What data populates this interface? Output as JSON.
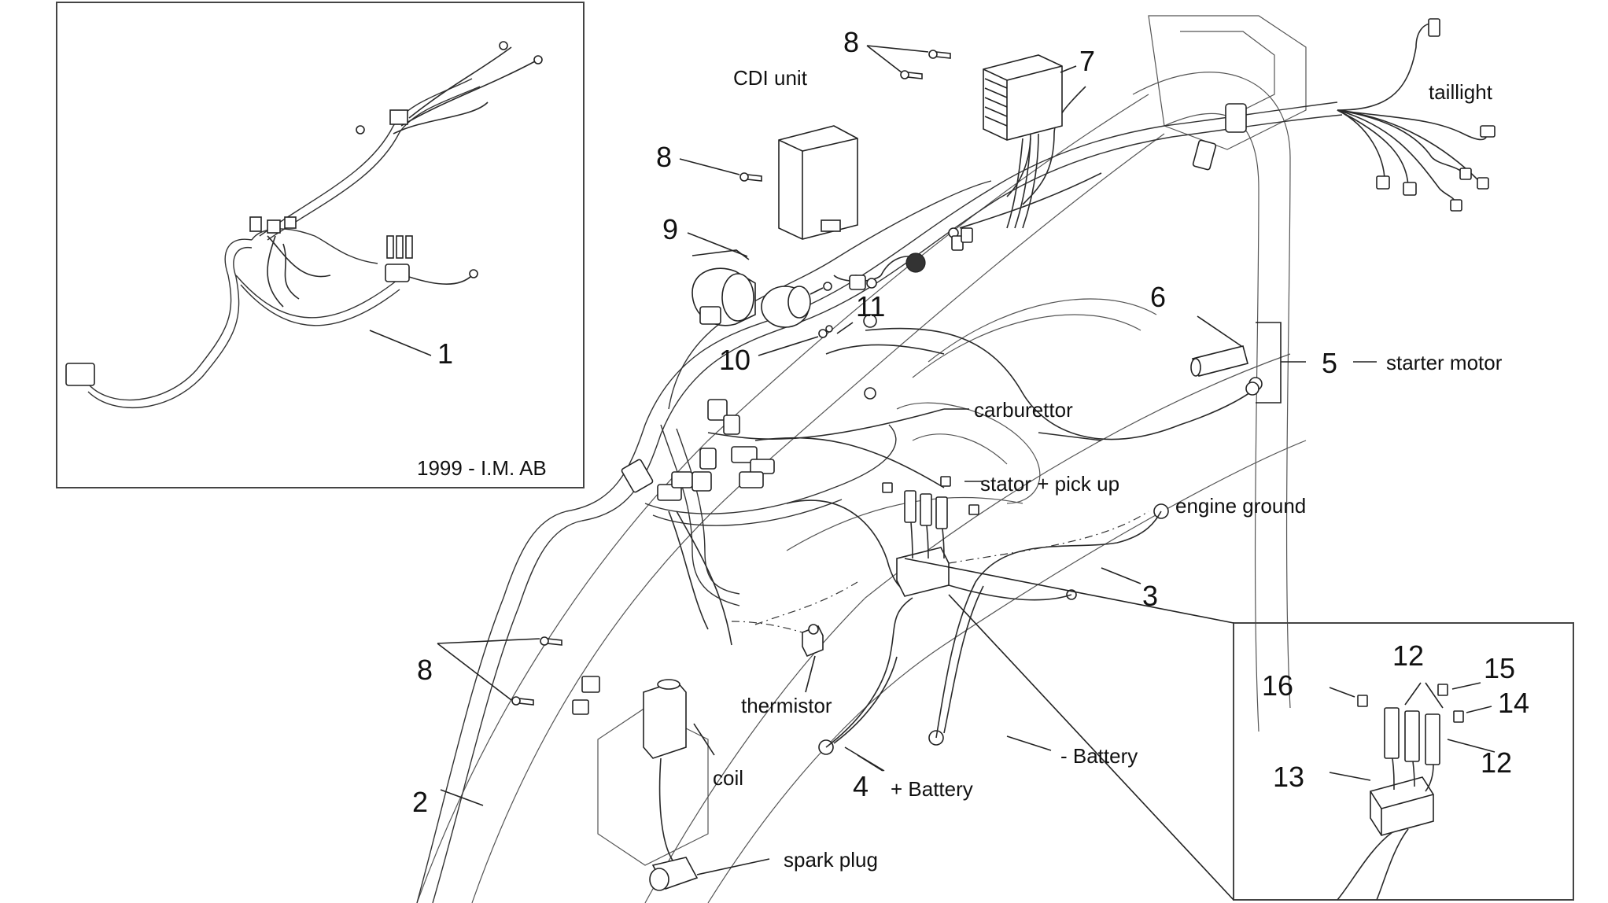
{
  "inset_caption": "1999 - I.M. AB",
  "labels": {
    "n1": "1",
    "n2": "2",
    "n3": "3",
    "n4": "4",
    "n5": "5",
    "n6": "6",
    "n7": "7",
    "n8_top": "8",
    "n8_cdi": "8",
    "n8_left": "8",
    "n9": "9",
    "n10": "10",
    "n11": "11",
    "n12_top": "12",
    "n12_right": "12",
    "n13": "13",
    "n14": "14",
    "n15": "15",
    "n16": "16"
  },
  "texts": {
    "cdi_unit": "CDI unit",
    "taillight": "taillight",
    "starter_motor": "starter motor",
    "carburettor": "carburettor",
    "stator_pick_up": "stator + pick up",
    "engine_ground": "engine ground",
    "thermistor": "thermistor",
    "coil": "coil",
    "plus_battery": "+ Battery",
    "minus_battery": "- Battery",
    "spark_plug": "spark plug"
  }
}
